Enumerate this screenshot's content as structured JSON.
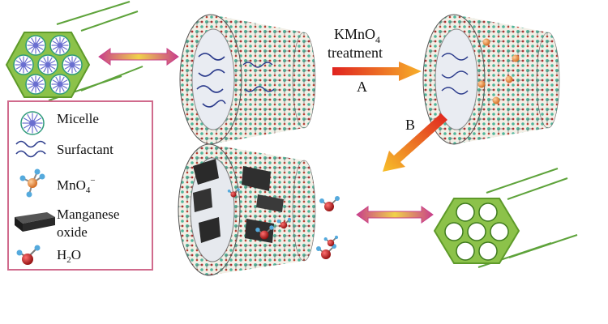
{
  "labels": {
    "step_line1": "KMnO",
    "step_sub": "4",
    "step_line2": "treatment",
    "arrow_a": "A",
    "arrow_b": "B"
  },
  "legend": {
    "micelle": "Micelle",
    "surfactant": "Surfactant",
    "mno4_main": "MnO",
    "mno4_sub": "4",
    "mno4_sup": "−",
    "manganese_1": "Manganese",
    "manganese_2": "oxide",
    "water_h": "H",
    "water_sub": "2",
    "water_o": "O"
  },
  "colors": {
    "hexagon": "#8cc24a",
    "hexagon_edge": "#5e9a2a",
    "micelle": "#6a6fd0",
    "legend_border": "#d06a8c",
    "arrow_hot": "#e0231f",
    "arrow_warm": "#f7b02a",
    "double_arrow": "#cf4a8a",
    "mno4_center": "#e07b2a",
    "mno4_arm": "#55aadd",
    "water_o": "#b01818",
    "water_h": "#55aadd",
    "oxide": "#2a2a2a"
  }
}
